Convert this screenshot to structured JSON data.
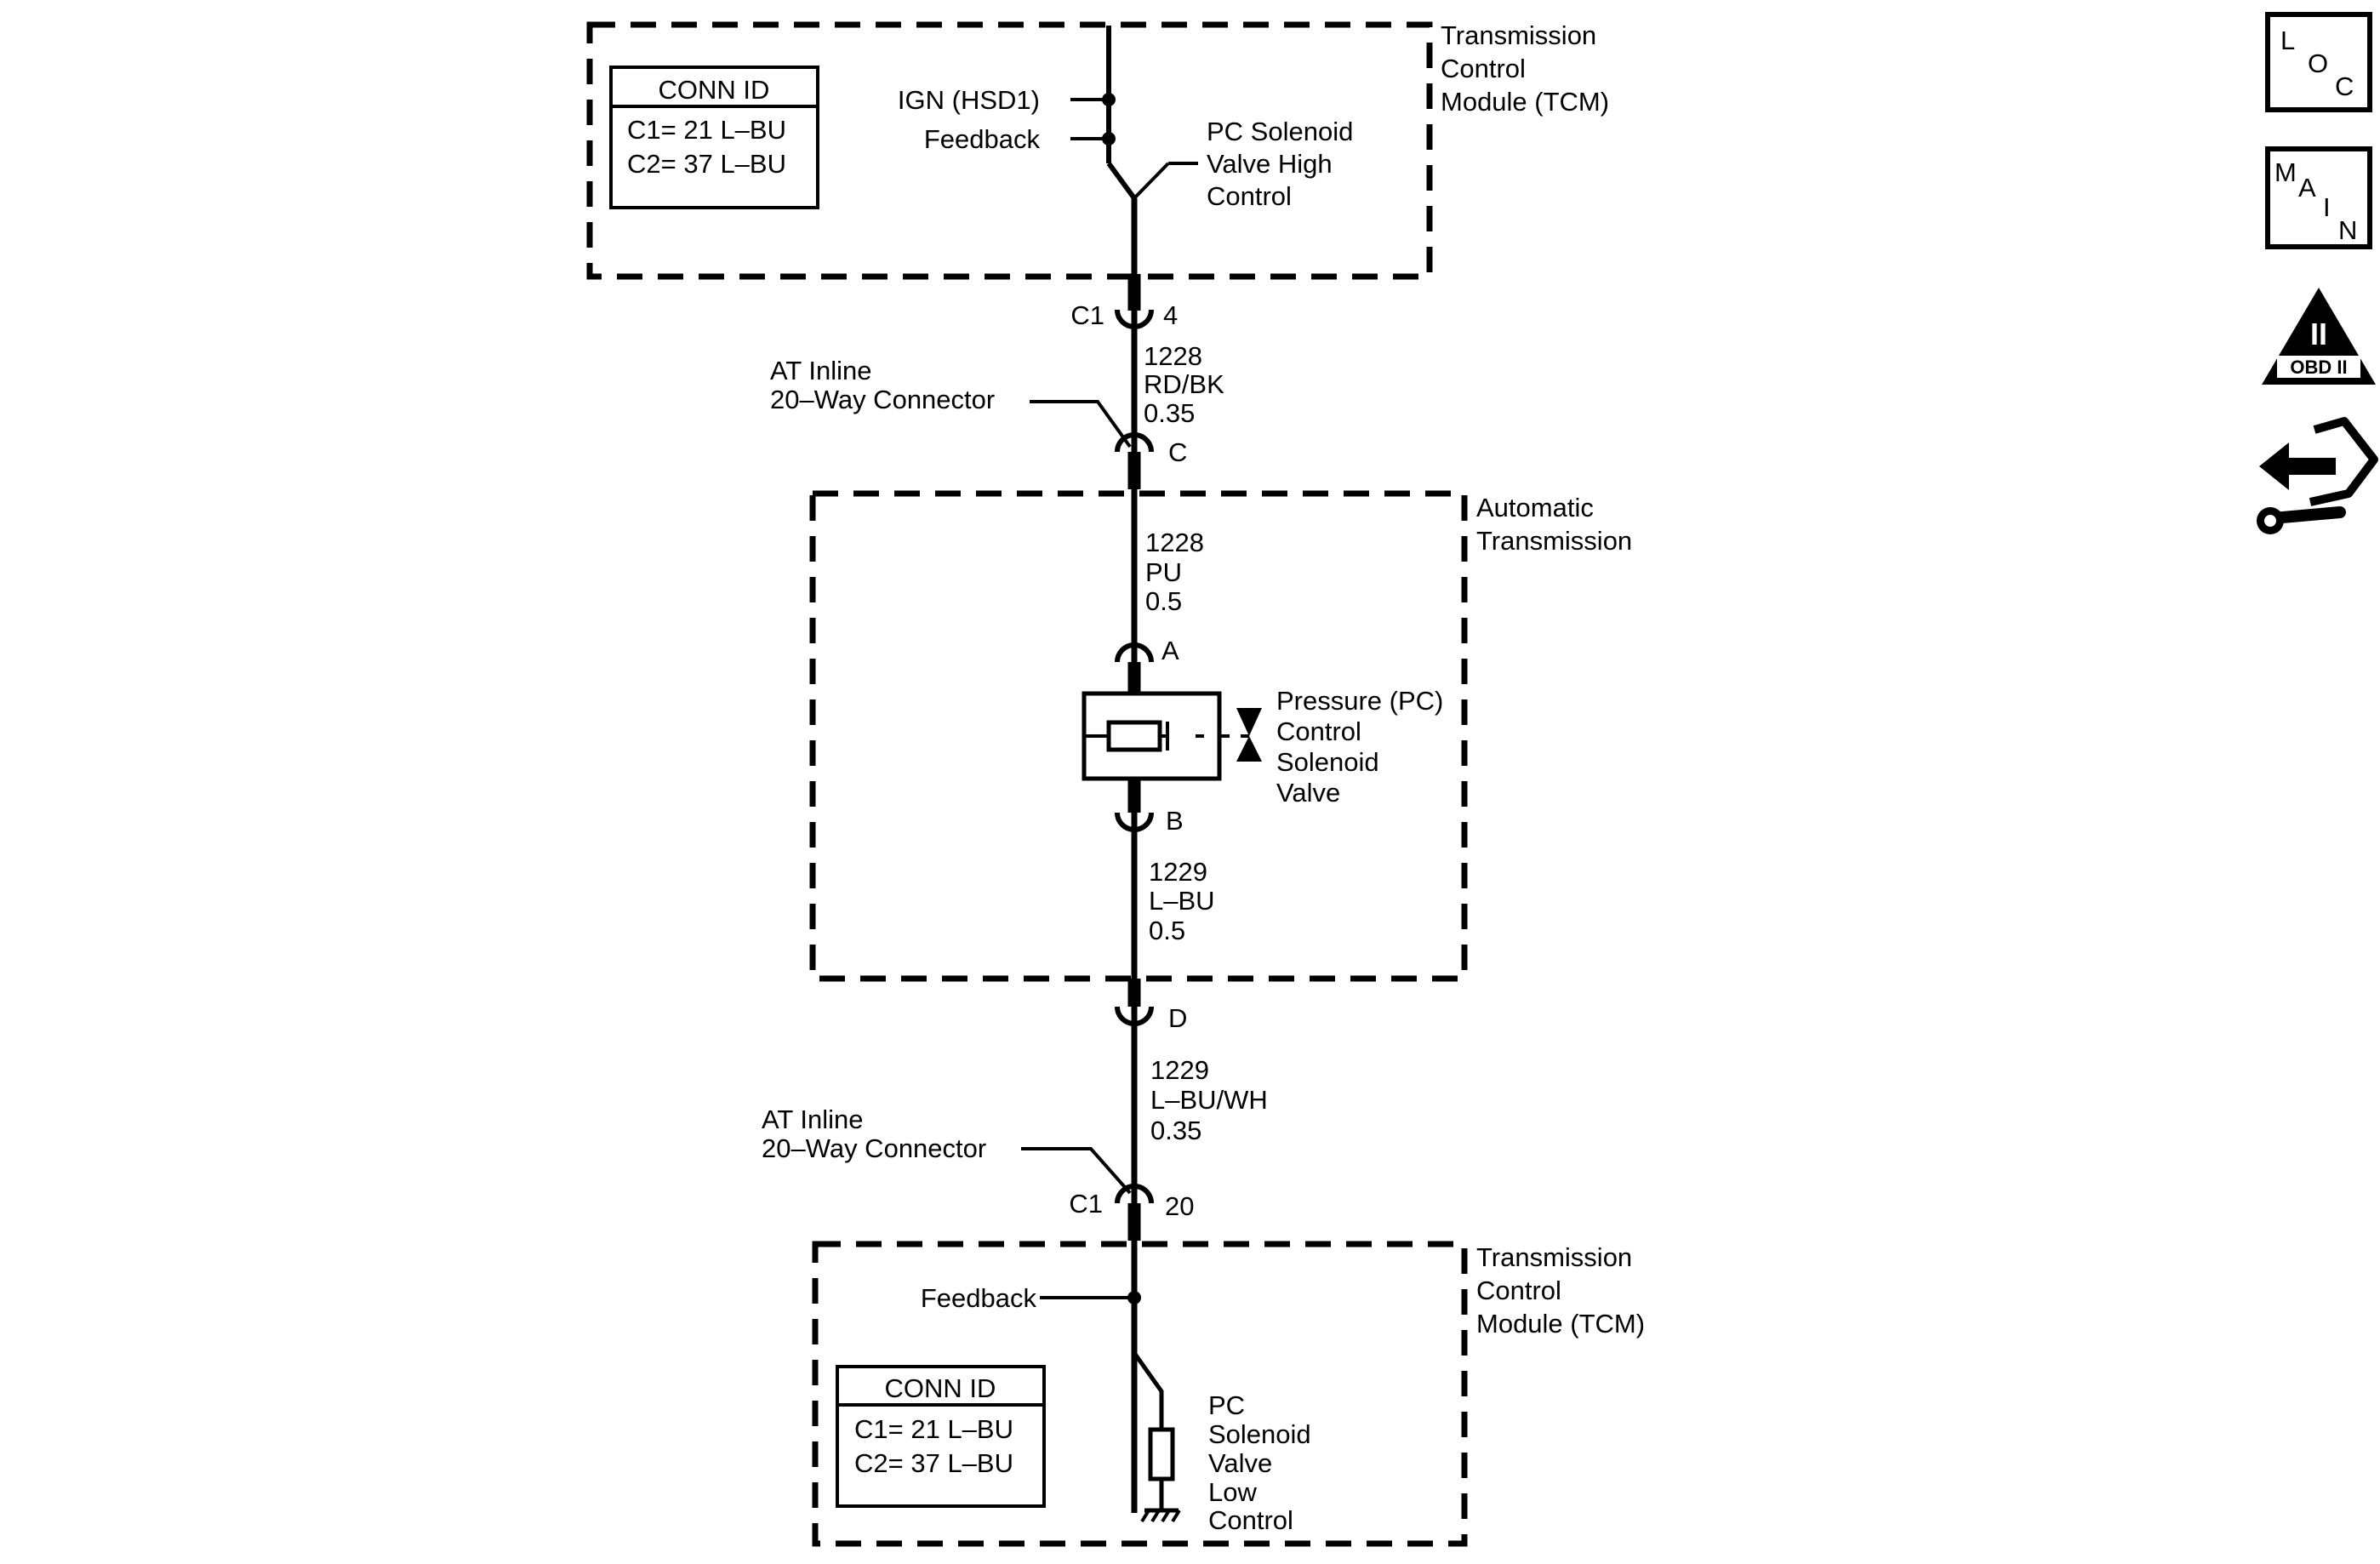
{
  "tcm_top": {
    "label": [
      "Transmission",
      "Control",
      "Module (TCM)"
    ],
    "conn_id": {
      "title": "CONN ID",
      "rows": [
        "C1= 21 L–BU",
        "C2= 37 L–BU"
      ]
    },
    "ign_label": "IGN (HSD1)",
    "feedback_label": "Feedback",
    "solenoid_high": [
      "PC Solenoid",
      "Valve High",
      "Control"
    ],
    "conn_label": "C1",
    "pin": "4"
  },
  "wire_1": {
    "lines": [
      "1228",
      "RD/BK",
      "0.35"
    ]
  },
  "inline_top": {
    "lines": [
      "AT Inline",
      "20–Way Connector"
    ],
    "pin": "C"
  },
  "auto_trans": {
    "label": [
      "Automatic",
      "Transmission"
    ],
    "wire_a": {
      "lines": [
        "1228",
        "PU",
        "0.5"
      ]
    },
    "pin_a": "A",
    "solenoid": [
      "Pressure (PC)",
      "Control",
      "Solenoid",
      "Valve"
    ],
    "pin_b": "B",
    "wire_b": {
      "lines": [
        "1229",
        "L–BU",
        "0.5"
      ]
    }
  },
  "inline_bottom": {
    "pin_d": "D",
    "lines": [
      "AT Inline",
      "20–Way Connector"
    ],
    "conn_label": "C1",
    "pin": "20"
  },
  "wire_2": {
    "lines": [
      "1229",
      "L–BU/WH",
      "0.35"
    ]
  },
  "tcm_bottom": {
    "label": [
      "Transmission",
      "Control",
      "Module (TCM)"
    ],
    "feedback_label": "Feedback",
    "solenoid_low": [
      "PC",
      "Solenoid",
      "Valve",
      "Low",
      "Control"
    ],
    "conn_id": {
      "title": "CONN ID",
      "rows": [
        "C1= 21 L–BU",
        "C2= 37 L–BU"
      ]
    }
  },
  "nav_icons": {
    "loc": [
      "L",
      "O",
      "C"
    ],
    "main": [
      "M",
      "A",
      "I",
      "N"
    ],
    "obd": {
      "numeral": "II",
      "label": "OBD II"
    },
    "service_icon": "hand-wrench-arrow-icon"
  }
}
